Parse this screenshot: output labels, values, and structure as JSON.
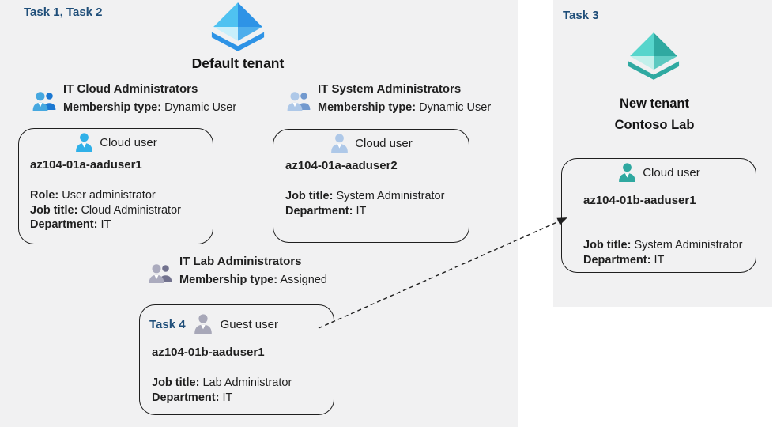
{
  "colors": {
    "page_background": "#ffffff",
    "panel_background": "#f1f1f2",
    "task_label_blue": "#1f4e79",
    "box_border": "#1f1f1f",
    "azure_ad_blue_light": "#4fc2f1",
    "azure_ad_blue_dark": "#2e93e6",
    "azure_ad_teal_light": "#57d5cc",
    "azure_ad_teal_dark": "#2fa9a1",
    "cloud_user_icon_blue": "#2fb0e8",
    "system_user_icon_blue": "#a9c5e5",
    "lab_group_icon_gray": "#a7a7b8",
    "new_tenant_user_icon_teal": "#2fa8a0"
  },
  "left_panel": {
    "task_label": "Task 1, Task 2",
    "tenant_icon": "azure-ad-blue-icon",
    "tenant_name": "Default tenant",
    "groups": [
      {
        "name": "IT Cloud Administrators",
        "membership_label": "Membership type:",
        "membership_value": "Dynamic User"
      },
      {
        "name": "IT System Administrators",
        "membership_label": "Membership type:",
        "membership_value": "Dynamic User"
      },
      {
        "name": "IT Lab Administrators",
        "membership_label": "Membership type:",
        "membership_value": "Assigned"
      }
    ],
    "user_cards": [
      {
        "type_label": "Cloud user",
        "username": "az104-01a-aaduser1",
        "details": [
          {
            "label": "Role:",
            "value": "User administrator"
          },
          {
            "label": "Job title:",
            "value": "Cloud Administrator"
          },
          {
            "label": "Department:",
            "value": "IT"
          }
        ]
      },
      {
        "type_label": "Cloud user",
        "username": "az104-01a-aaduser2",
        "details": [
          {
            "label": "Job title:",
            "value": "System Administrator"
          },
          {
            "label": "Department:",
            "value": "IT"
          }
        ]
      },
      {
        "task_label": "Task 4",
        "type_label": "Guest user",
        "username": "az104-01b-aaduser1",
        "details": [
          {
            "label": "Job title:",
            "value": "Lab Administrator"
          },
          {
            "label": "Department:",
            "value": "IT"
          }
        ]
      }
    ]
  },
  "right_panel": {
    "task_label": "Task 3",
    "tenant_icon": "azure-ad-teal-icon",
    "tenant_name_line1": "New tenant",
    "tenant_name_line2": "Contoso Lab",
    "user_card": {
      "type_label": "Cloud user",
      "username": "az104-01b-aaduser1",
      "details": [
        {
          "label": "Job title:",
          "value": "System Administrator"
        },
        {
          "label": "Department:",
          "value": "IT"
        }
      ]
    }
  },
  "connector": {
    "style": "dashed-arrow",
    "from": "guest-user-card",
    "to": "new-tenant-cloud-user-card"
  }
}
